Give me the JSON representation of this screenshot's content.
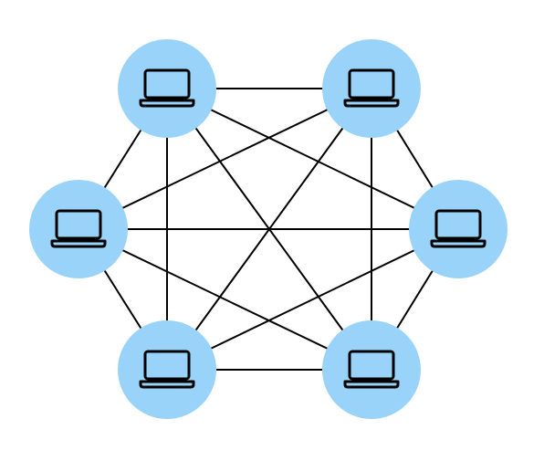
{
  "diagram": {
    "type": "full-mesh-network",
    "node_icon": "laptop-icon",
    "colors": {
      "background": "#ffffff",
      "node_fill": "#99d3f9",
      "edge": "#000000",
      "icon_stroke": "#000000"
    },
    "nodes": [
      {
        "id": "top-left",
        "icon": "laptop-icon"
      },
      {
        "id": "top-right",
        "icon": "laptop-icon"
      },
      {
        "id": "right",
        "icon": "laptop-icon"
      },
      {
        "id": "bottom-right",
        "icon": "laptop-icon"
      },
      {
        "id": "bottom-left",
        "icon": "laptop-icon"
      },
      {
        "id": "left",
        "icon": "laptop-icon"
      }
    ],
    "edges": [
      [
        "top-left",
        "top-right"
      ],
      [
        "top-left",
        "right"
      ],
      [
        "top-left",
        "bottom-right"
      ],
      [
        "top-left",
        "bottom-left"
      ],
      [
        "top-left",
        "left"
      ],
      [
        "top-right",
        "right"
      ],
      [
        "top-right",
        "bottom-right"
      ],
      [
        "top-right",
        "bottom-left"
      ],
      [
        "top-right",
        "left"
      ],
      [
        "right",
        "bottom-right"
      ],
      [
        "right",
        "bottom-left"
      ],
      [
        "right",
        "left"
      ],
      [
        "bottom-right",
        "bottom-left"
      ],
      [
        "bottom-right",
        "left"
      ],
      [
        "bottom-left",
        "left"
      ]
    ]
  }
}
